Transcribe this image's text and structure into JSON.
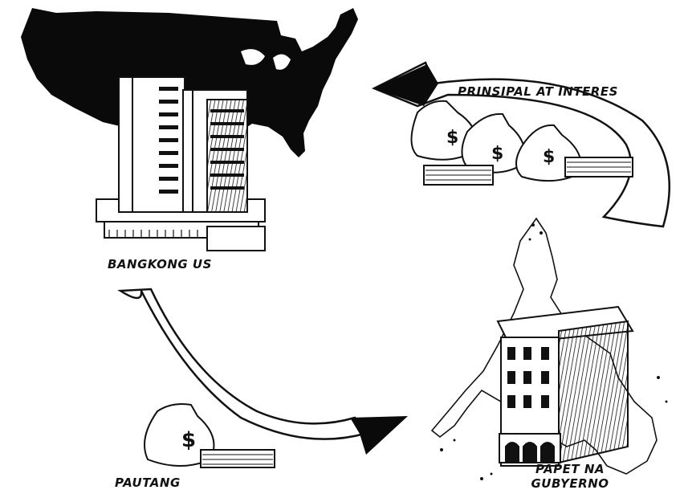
{
  "labels": {
    "principal_interest": "PRINSIPAL AT INTERES",
    "us_bank": "BANGKONG US",
    "loan": "PAUTANG",
    "gov_line1": "PAPET NA",
    "gov_line2": "GUBYERNO"
  },
  "money_symbol": "$",
  "colors": {
    "ink": "#111111",
    "paper": "#ffffff"
  }
}
